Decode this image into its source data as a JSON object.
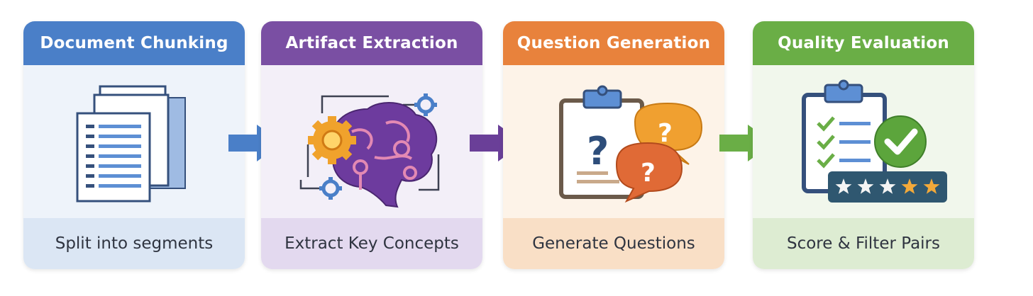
{
  "stages": [
    {
      "title": "Document Chunking",
      "caption": "Split into segments",
      "color": "#4a7fc8",
      "icon": "stacked-documents-icon"
    },
    {
      "title": "Artifact Extraction",
      "caption": "Extract Key Concepts",
      "color": "#7a4fa3",
      "icon": "brain-gears-icon"
    },
    {
      "title": "Question Generation",
      "caption": "Generate Questions",
      "color": "#e8823c",
      "icon": "clipboard-question-icon"
    },
    {
      "title": "Quality Evaluation",
      "caption": "Score & Filter Pairs",
      "color": "#6aae46",
      "icon": "checklist-rating-icon"
    }
  ],
  "arrows": [
    {
      "color": "#4a7fc8",
      "icon": "right-arrow-icon"
    },
    {
      "color": "#6a3f98",
      "icon": "right-arrow-icon"
    },
    {
      "color": "#6aae46",
      "icon": "right-arrow-icon"
    }
  ],
  "rating": {
    "stars_total": 5,
    "stars_highlighted": 3
  }
}
